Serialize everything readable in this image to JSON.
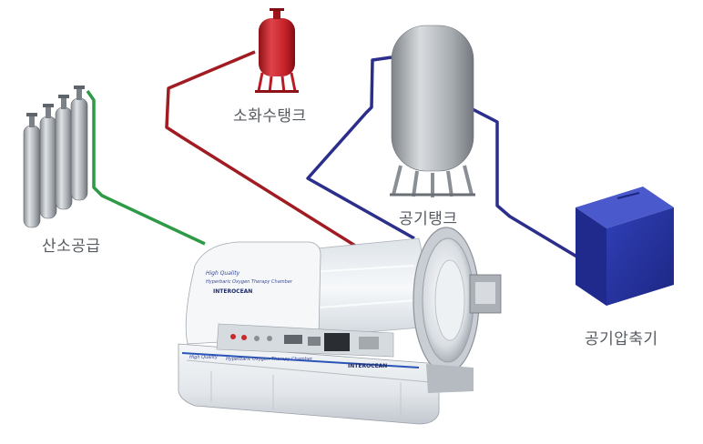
{
  "labels": {
    "oxygen_supply": "산소공급",
    "fire_water_tank": "소화수탱크",
    "air_tank": "공기탱크",
    "air_compressor": "공기압축기"
  },
  "chamber": {
    "badge_line1": "High Quality",
    "badge_line2": "Hyperbaric Oxygen Therapy Chamber",
    "brand": "INTEROCEAN",
    "panel_line1": "High Quality",
    "panel_line2": "Hyperbaric Oxygen Therapy Chamber",
    "panel_brand": "INTEROCEAN"
  },
  "colors": {
    "oxygen_pipe": "#2e9a45",
    "fire_pipe": "#a11c22",
    "air_pipe": "#2b2e8a",
    "fire_tank": "#c8202a",
    "compressor": "#2533a8",
    "tank_gray": "#a8adb3"
  }
}
